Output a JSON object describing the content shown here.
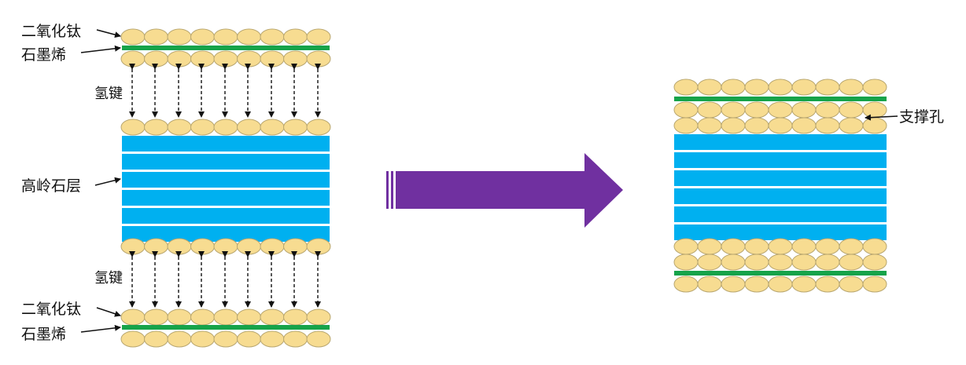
{
  "labels": {
    "tio2_top": "二氧化钛",
    "graphene_top": "石墨烯",
    "hbond_top": "氢键",
    "kaolinite": "高岭石层",
    "hbond_bottom": "氢键",
    "tio2_bottom": "二氧化钛",
    "graphene_bottom": "石墨烯",
    "support_pore": "支撑孔"
  },
  "colors": {
    "particle_fill": "#f7dc91",
    "particle_stroke": "#b9a770",
    "graphene": "#16a34a",
    "kaolinite": "#00b0f0",
    "arrow": "#7030a0",
    "text": "#111111"
  }
}
